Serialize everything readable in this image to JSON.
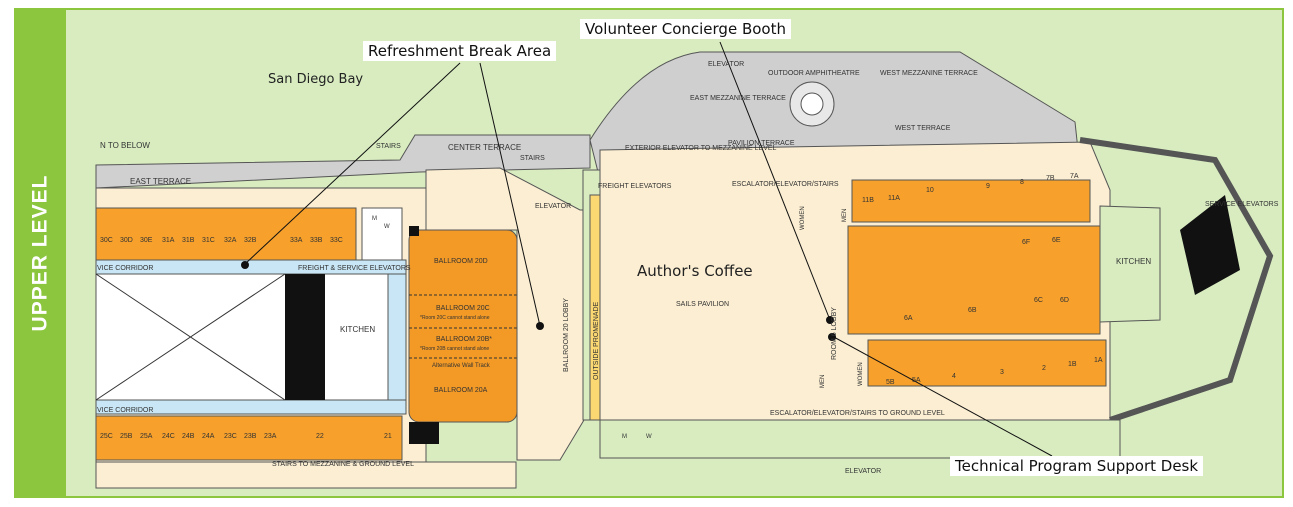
{
  "side_label": "UPPER LEVEL",
  "bay_label": "San Diego Bay",
  "callouts": {
    "refreshment": "Refreshment Break Area",
    "volunteer": "Volunteer Concierge Booth",
    "authors_coffee": "Author's Coffee",
    "tech_support": "Technical Program Support Desk"
  },
  "map_labels": {
    "open_to_below": "N TO BELOW",
    "east_terrace": "EAST TERRACE",
    "stairs_top": "STAIRS",
    "center_terrace": "CENTER TERRACE",
    "stairs_center": "STAIRS",
    "elevator_top": "ELEVATOR",
    "outdoor_amphitheatre": "OUTDOOR AMPHITHEATRE",
    "west_mezzanine_terrace": "WEST MEZZANINE TERRACE",
    "east_mezzanine_terrace": "EAST MEZZANINE TERRACE",
    "west_terrace": "WEST TERRACE",
    "pavilion_terrace": "PAVILION TERRACE",
    "exterior_elevator": "EXTERIOR ELEVATOR TO MEZZANINE LEVEL",
    "freight_elevators": "FREIGHT ELEVATORS",
    "escalator_top": "ESCALATOR/ELEVATOR/STAIRS",
    "elevator_left": "ELEVATOR",
    "service_corridor_top": "VICE CORRIDOR",
    "freight_service": "FREIGHT & SERVICE ELEVATORS",
    "kitchen_left": "KITCHEN",
    "service_corridor_bottom": "VICE CORRIDOR",
    "stairs_mezzanine": "STAIRS TO MEZZANINE & GROUND LEVEL",
    "ballroom20_lobby": "BALLROOM 20 LOBBY",
    "outside_promenade": "OUTSIDE PROMENADE",
    "sails_pavilion": "SAILS PAVILION",
    "room6_lobby": "ROOM 6 LOBBY",
    "women_top": "WOMEN",
    "men_top": "MEN",
    "men_bottom": "MEN",
    "women_bottom": "WOMEN",
    "escalator_bottom": "ESCALATOR/ELEVATOR/STAIRS TO GROUND LEVEL",
    "elevator_bottom": "ELEVATOR",
    "kitchen_right": "KITCHEN",
    "service_elevators": "SERVICE ELEVATORS",
    "wall_track": "Alternative Wall Track"
  },
  "ballrooms": {
    "b20d": "BALLROOM 20D",
    "b20c": "BALLROOM 20C",
    "b20c_note": "*Room 20C cannot stand alone",
    "b20b": "BALLROOM 20B*",
    "b20b_note": "*Room 20B cannot stand alone",
    "b20a": "BALLROOM 20A"
  },
  "rooms_top_left": [
    "30C",
    "30D",
    "30E",
    "31A",
    "31B",
    "31C",
    "32A",
    "32B",
    "33A",
    "33B",
    "33C"
  ],
  "rooms_bottom_left": [
    "25C",
    "25B",
    "25A",
    "24C",
    "24B",
    "24A",
    "23C",
    "23B",
    "23A",
    "22",
    "21"
  ],
  "rooms_right_top": [
    "11B",
    "11A",
    "10",
    "9",
    "8",
    "7B",
    "7A"
  ],
  "rooms_right_mid": [
    "6F",
    "6E",
    "6A",
    "6B",
    "6C",
    "6D"
  ],
  "rooms_right_bottom": [
    "5B",
    "5A",
    "4",
    "3",
    "2",
    "1B",
    "1A"
  ],
  "restroom_marks": {
    "m": "M",
    "w": "W"
  },
  "colors": {
    "frame_green": "#8cc63f",
    "map_green": "#d8ecc0",
    "meeting_room": "#f7a12c",
    "ballroom": "#f39a26",
    "sails_pavilion": "#fcd872",
    "lobby": "#fbeed2",
    "terrace_gray": "#d0d0d0",
    "corridor_blue": "#c8e6f5",
    "annotation_red": "#c1272d"
  }
}
